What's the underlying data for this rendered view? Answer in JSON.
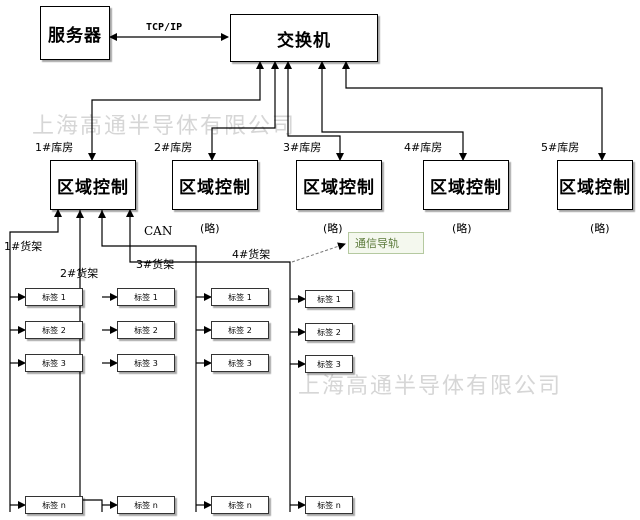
{
  "server": "服务器",
  "switch": "交换机",
  "protocol": "TCP/IP",
  "can": "CAN",
  "comm_rail": "通信导轨",
  "omit": "(略)",
  "watermark": "上海高通半导体有限公司",
  "warehouses": [
    {
      "label": "1#库房",
      "box": "区域控制"
    },
    {
      "label": "2#库房",
      "box": "区域控制"
    },
    {
      "label": "3#库房",
      "box": "区域控制"
    },
    {
      "label": "4#库房",
      "box": "区域控制"
    },
    {
      "label": "5#库房",
      "box": "区域控制"
    }
  ],
  "shelves": [
    {
      "label": "1#货架",
      "tags": [
        "标签 1",
        "标签 2",
        "标签 3",
        "标签 n"
      ]
    },
    {
      "label": "2#货架",
      "tags": [
        "标签 1",
        "标签 2",
        "标签 3",
        "标签 n"
      ]
    },
    {
      "label": "3#货架",
      "tags": [
        "标签 1",
        "标签 2",
        "标签 3",
        "标签 n"
      ]
    },
    {
      "label": "4#货架",
      "tags": [
        "标签 1",
        "标签 2",
        "标签 3",
        "标签 n"
      ]
    }
  ]
}
